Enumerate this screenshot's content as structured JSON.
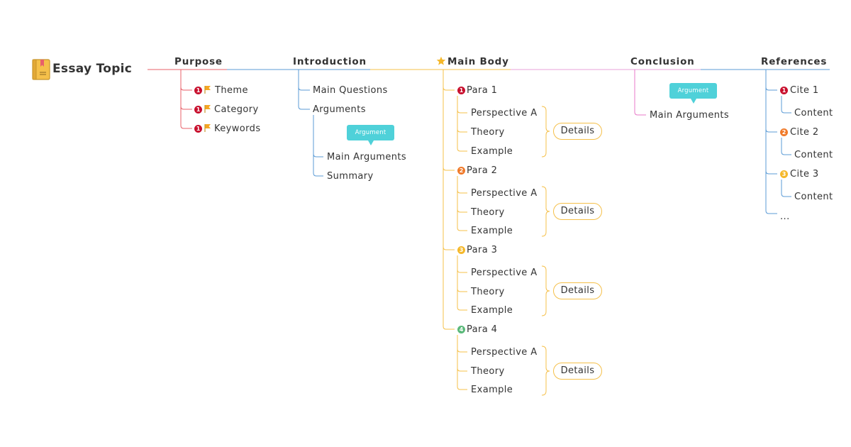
{
  "colors": {
    "purpose": "#e8606a",
    "introduction": "#5b9bd5",
    "main_body": "#f5c04a",
    "conclusion": "#e87ac8",
    "references": "#5b9bd5",
    "badge_red": "#c8102e",
    "badge_orange": "#f07a2a",
    "badge_yellow": "#f5b82a",
    "badge_green": "#5bb97a",
    "callout": "#4fd1d9",
    "flag": "#f5a623"
  },
  "topic": {
    "title": "Essay Topic",
    "icon": "book-icon"
  },
  "branches": {
    "purpose": {
      "label": "Purpose",
      "items": [
        {
          "label": "Theme",
          "badge": "1"
        },
        {
          "label": "Category",
          "badge": "1"
        },
        {
          "label": "Keywords",
          "badge": "1"
        }
      ]
    },
    "introduction": {
      "label": "Introduction",
      "items": [
        "Main Questions",
        "Arguments"
      ],
      "callout": "Argument",
      "sub_items": [
        "Main Arguments",
        "Summary"
      ]
    },
    "main_body": {
      "label": "Main Body",
      "icon": "star-icon",
      "paras": [
        {
          "label": "Para 1",
          "badge": "1",
          "children": [
            "Perspective A",
            "Theory",
            "Example"
          ],
          "details": "Details"
        },
        {
          "label": "Para 2",
          "badge": "2",
          "children": [
            "Perspective A",
            "Theory",
            "Example"
          ],
          "details": "Details"
        },
        {
          "label": "Para 3",
          "badge": "3",
          "children": [
            "Perspective A",
            "Theory",
            "Example"
          ],
          "details": "Details"
        },
        {
          "label": "Para 4",
          "badge": "4",
          "children": [
            "Perspective A",
            "Theory",
            "Example"
          ],
          "details": "Details"
        }
      ]
    },
    "conclusion": {
      "label": "Conclusion",
      "callout": "Argument",
      "items": [
        "Main Arguments"
      ]
    },
    "references": {
      "label": "References",
      "cites": [
        {
          "label": "Cite 1",
          "badge": "1",
          "child": "Content"
        },
        {
          "label": "Cite 2",
          "badge": "2",
          "child": "Content"
        },
        {
          "label": "Cite 3",
          "badge": "3",
          "child": "Content"
        }
      ],
      "more": "..."
    }
  }
}
